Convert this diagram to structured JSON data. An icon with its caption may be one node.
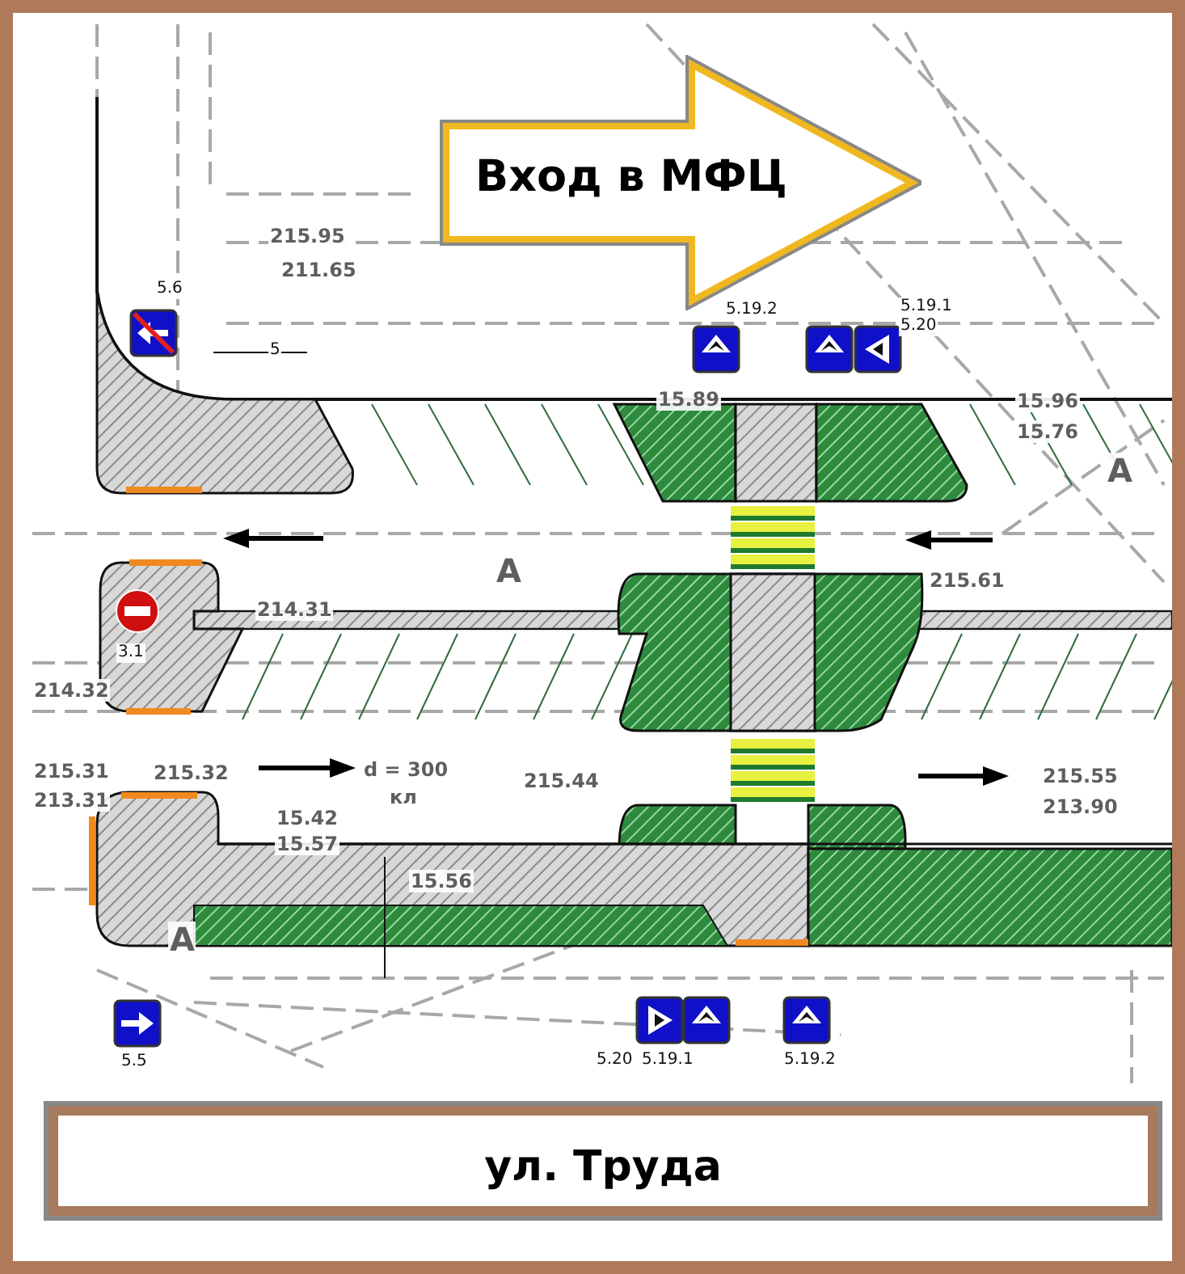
{
  "diagram": {
    "nodes": [
      {
        "text": [
          "Вход в МФЦ"
        ]
      },
      {
        "text": [
          "ул. Труда"
        ]
      }
    ],
    "edges": [],
    "labels": [
      "215.95",
      "211.65",
      "5.6",
      "5",
      "5.19.2",
      "5.19.1",
      "5.20",
      "15.89",
      "15.96",
      "15.76",
      "A",
      "A",
      "215.61",
      "214.31",
      "3.1",
      "214.32",
      "215.31",
      "213.31",
      "215.32",
      "d = 300",
      "кл",
      "215.44",
      "15.42",
      "15.57",
      "15.56",
      "215.55",
      "213.90",
      "A",
      "5.5",
      "5.20",
      "5.19.1",
      "5.19.2"
    ]
  }
}
